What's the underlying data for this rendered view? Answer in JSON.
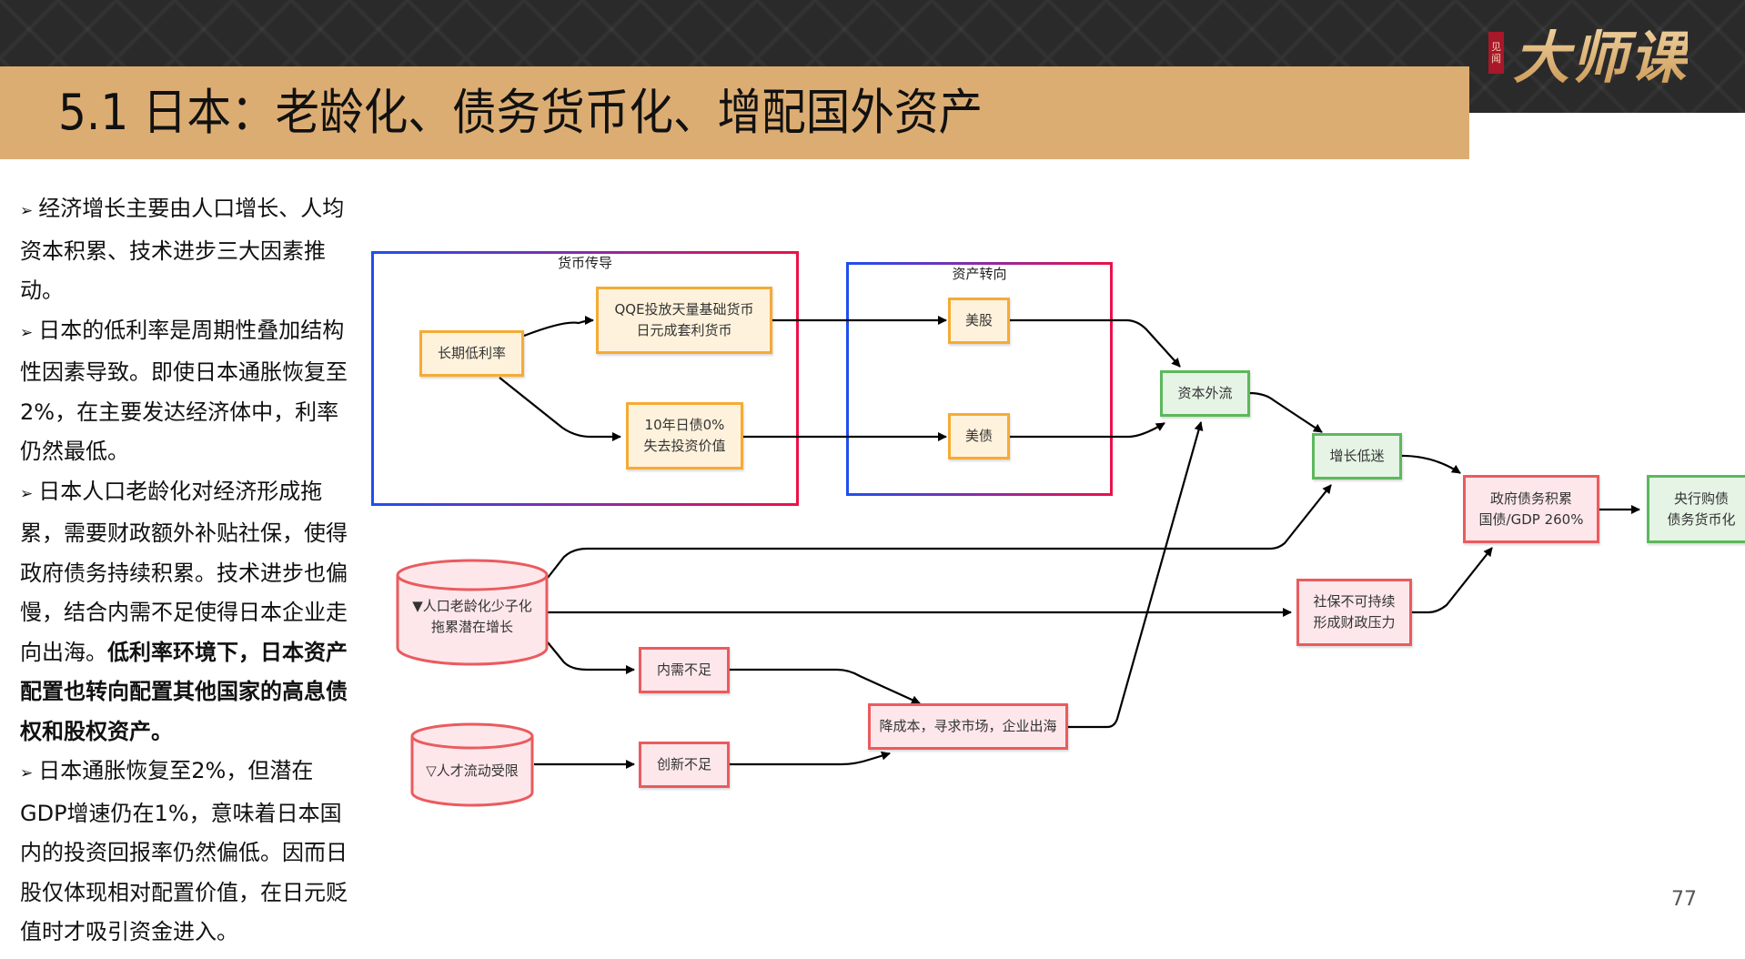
{
  "header": {
    "title": "5.1 日本：老龄化、债务货币化、增配国外资产",
    "logo_seal": "见闻",
    "logo_text": "大师课"
  },
  "left_text": {
    "bullet_icon": "arrowhead-bullet-icon",
    "paragraphs": [
      {
        "bullet": "➢",
        "text": "经济增长主要由人口增长、人均资本积累、技术进步三大因素推动。"
      },
      {
        "bullet": "➢",
        "text": "日本的低利率是周期性叠加结构性因素导致。即使日本通胀恢复至2%，在主要发达经济体中，利率仍然最低。"
      },
      {
        "bullet": "➢",
        "text": "日本人口老龄化对经济形成拖累，需要财政额外补贴社保，使得政府债务持续积累。技术进步也偏慢，结合内需不足使得日本企业走向出海。",
        "bold": "低利率环境下，日本资产配置也转向配置其他国家的高息债权和股权资产。"
      },
      {
        "bullet": "➢",
        "text": "日本通胀恢复至2%，但潜在GDP增速仍在1%，意味着日本国内的投资回报率仍然偏低。因而日股仅体现相对配置价值，在日元贬值时才吸引资金进入。"
      }
    ]
  },
  "diagram": {
    "groups": {
      "monetary": "货币传导",
      "asset_shift": "资产转向"
    },
    "nodes": {
      "low_rate": "长期低利率",
      "qqe": "QQE投放天量基础货币\n日元成套利货币",
      "jgb": "10年日债0%\n失去投资价值",
      "us_stocks": "美股",
      "us_bonds": "美债",
      "capital_outflow": "资本外流",
      "low_growth": "增长低迷",
      "gov_debt": "政府债务积累\n国债/GDP 260%",
      "boj": "央行购债\n债务货币化",
      "aging": "▼人口老龄化少子化\n拖累潜在增长",
      "talent": "▽人才流动受限",
      "weak_demand": "内需不足",
      "weak_innovation": "创新不足",
      "offshore": "降成本，寻求市场，企业出海",
      "social_security": "社保不可持续\n形成财政压力"
    },
    "colors": {
      "orange_fill": "#fff2dc",
      "orange_stroke": "#f5ab35",
      "green_fill": "#e6f4e6",
      "green_stroke": "#5cb85c",
      "red_fill": "#fde7ea",
      "red_stroke": "#ea5b5f"
    }
  },
  "footer": {
    "page_number": "77"
  }
}
